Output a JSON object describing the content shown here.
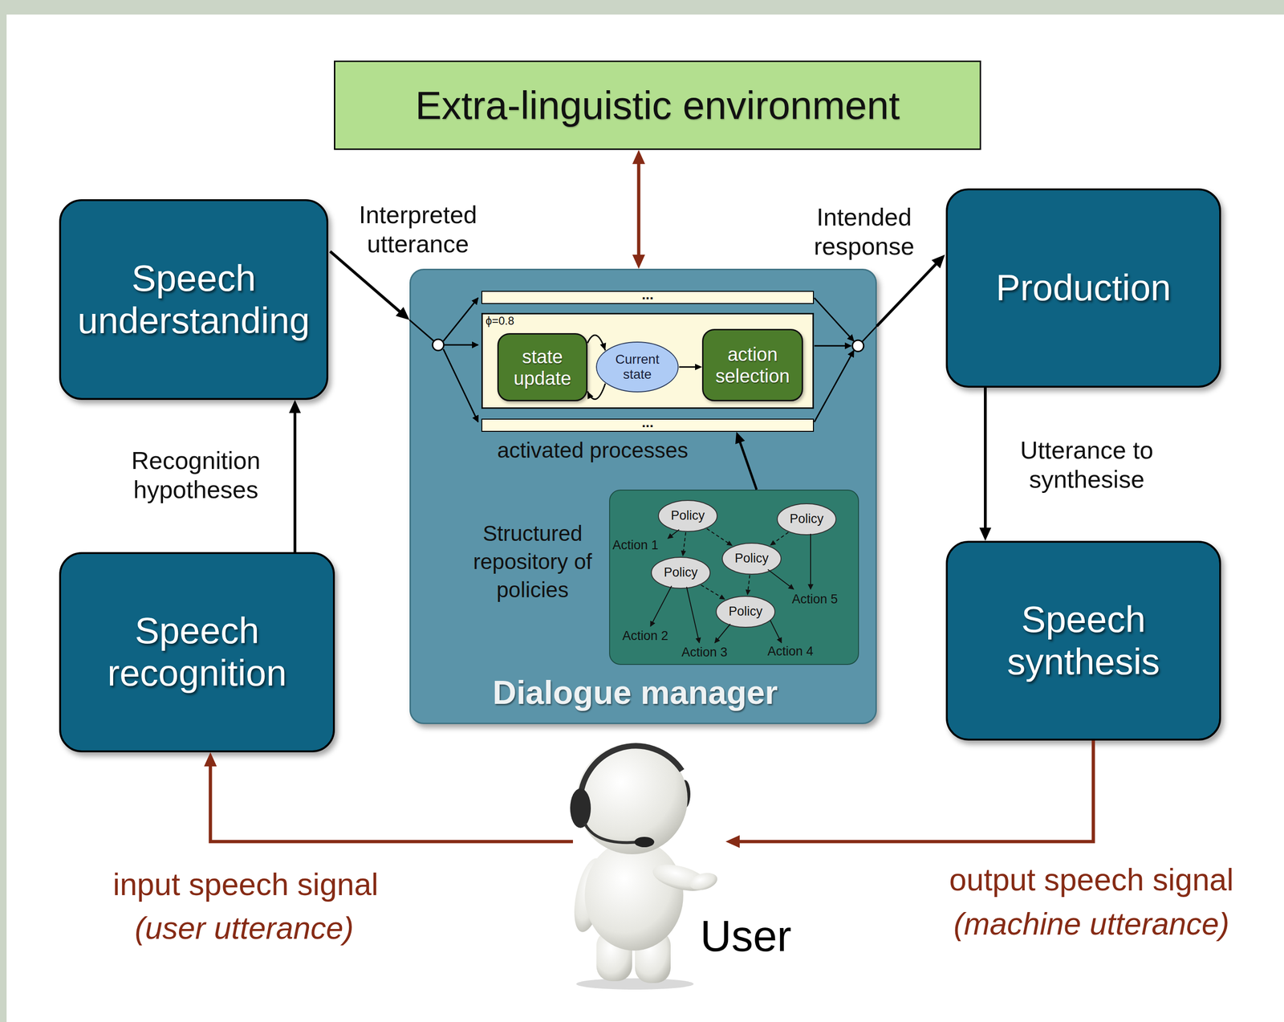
{
  "diagram": {
    "nodes": [
      {
        "text": [
          "Extra-linguistic environment"
        ]
      },
      {
        "text": [
          "Speech understanding"
        ]
      },
      {
        "text": [
          "Dialogue manager"
        ]
      },
      {
        "text": [
          "..."
        ],
        "in": 2
      },
      {
        "text": [
          "ϕ=0.8"
        ],
        "in": 2
      },
      {
        "text": [
          "state update"
        ],
        "in": 4
      },
      {
        "text": [
          "Current state"
        ],
        "in": 4
      },
      {
        "text": [
          "action selection"
        ],
        "in": 4
      },
      {
        "text": [
          "..."
        ],
        "in": 2
      },
      {
        "text": [
          "Structured repository of policies"
        ],
        "in": 2
      },
      {
        "text": [
          "Policy"
        ],
        "in": 9
      },
      {
        "text": [
          "Policy"
        ],
        "in": 9
      },
      {
        "text": [
          "Policy"
        ],
        "in": 9
      },
      {
        "text": [
          "Policy"
        ],
        "in": 9
      },
      {
        "text": [
          "Policy"
        ],
        "in": 9
      },
      {
        "text": [
          "Production"
        ]
      },
      {
        "text": [
          "Speech recognition"
        ]
      },
      {
        "text": [
          "Speech synthesis"
        ]
      },
      {
        "text": [
          "User"
        ]
      }
    ],
    "edges": [
      {
        "from": 0,
        "to": 2,
        "arrow": "both"
      },
      {
        "from": 1,
        "to": 2,
        "label": "Interpreted utterance",
        "arrow": "to"
      },
      {
        "from": 2,
        "to": 15,
        "label": "Intended response",
        "arrow": "to"
      },
      {
        "from": 16,
        "to": 1,
        "label": "Recognition hypotheses",
        "arrow": "to"
      },
      {
        "from": 15,
        "to": 17,
        "label": "Utterance to synthesise",
        "arrow": "to"
      },
      {
        "from": 17,
        "to": 18,
        "arrow": "to"
      },
      {
        "from": 18,
        "to": 16,
        "arrow": "to"
      },
      {
        "from": 5,
        "to": 6,
        "arrow": "to"
      },
      {
        "from": 6,
        "to": 5,
        "arrow": "to"
      },
      {
        "from": 6,
        "to": 7,
        "arrow": "to"
      },
      {
        "from": 9,
        "to": 8,
        "arrow": "to"
      },
      {
        "from": 10,
        "to": 13,
        "arrow": "to"
      },
      {
        "from": 10,
        "to": 12,
        "arrow": "to"
      },
      {
        "from": 11,
        "to": 12,
        "arrow": "to"
      },
      {
        "from": 12,
        "to": 14,
        "arrow": "to"
      },
      {
        "from": 13,
        "to": 14,
        "arrow": "to"
      }
    ],
    "labels": [
      "activated processes",
      "Action 1",
      "Action 2",
      "Action 3",
      "Action 4",
      "Action 5",
      "input speech signal",
      "(user utterance)",
      "output speech signal",
      "(machine utterance)"
    ]
  }
}
